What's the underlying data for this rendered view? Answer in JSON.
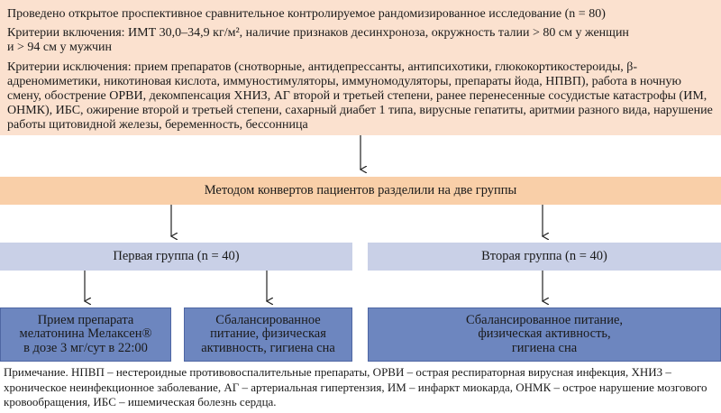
{
  "top": {
    "design": "Проведено открытое проспективное сравнительное контролируемое рандомизированное исследование (n = 80)",
    "inclusion_line1": "Критерии включения: ИМТ 30,0–34,9 кг/м², наличие признаков десинхроноза, окружность талии > 80 см у женщин",
    "inclusion_line2": "и > 94 см у мужчин",
    "exclusion": "Критерии исключения: прием препаратов (снотворные, антидепрессанты, антипсихотики, глюкокортикостероиды, β-адреномиметики, никотиновая кислота, иммуностимуляторы, иммуномодуляторы, препараты йода, НПВП), работа в ночную смену, обострение ОРВИ, декомпенсация ХНИЗ, АГ второй и третьей степени, ранее перенесенные сосудистые катастрофы (ИМ, ОНМК), ИБС, ожирение второй и третьей степени, сахарный диабет 1 типа, вирусные гепатиты, аритмии разного вида, нарушение работы щитовидной железы, беременность, бессонница"
  },
  "method": "Методом конвертов пациентов разделили на две группы",
  "groups": {
    "first": "Первая группа (n = 40)",
    "second": "Вторая группа (n = 40)"
  },
  "interventions": {
    "melaxen": [
      "Прием препарата",
      "мелатонина Мелаксен®",
      "в дозе 3 мг/сут в 22:00"
    ],
    "lifestyle_first": [
      "Сбалансированное",
      "питание, физическая",
      "активность, гигиена сна"
    ],
    "lifestyle_second": [
      "Сбалансированное питание,",
      "физическая активность,",
      "гигиена сна"
    ]
  },
  "note": "Примечание. НПВП – нестероидные противовоспалительные препараты, ОРВИ – острая респираторная вирусная инфекция, ХНИЗ – хроническое неинфекционное заболевание, АГ – артериальная гипертензия, ИМ – инфаркт миокарда, ОНМК – острое нарушение мозгового кровообращения, ИБС – ишемическая болезнь сердца.",
  "colors": {
    "top_box": "#fbe1cf",
    "method_box": "#f9cfa8",
    "group_box": "#c9d0e7",
    "intervention_box": "#6d86bf",
    "arrow": "#222222"
  }
}
